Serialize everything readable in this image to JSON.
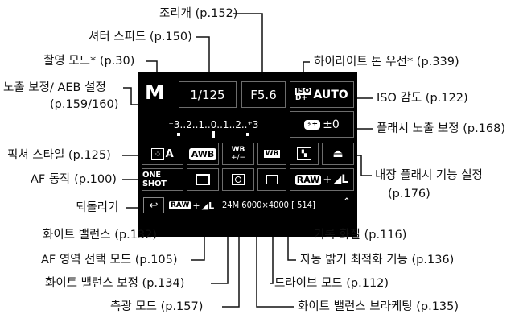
{
  "labels": {
    "aperture": "조리개 (p.152)",
    "shutter": "셔터 스피드 (p.150)",
    "mode": "촬영 모드* (p.30)",
    "highlight": "하이라이트 톤 우선* (p.339)",
    "exposure_line1": "노출 보정/ AEB 설정",
    "exposure_line2": "(p.159/160)",
    "iso": "ISO 감도 (p.122)",
    "flash_comp": "플래시 노출 보정 (p.168)",
    "picture_style": "픽쳐 스타일 (p.125)",
    "builtin_flash_line1": "내장 플래시 기능 설정",
    "builtin_flash_line2": "(p.176)",
    "af_operation": "AF 동작 (p.100)",
    "return": "되돌리기",
    "record_quality": "기록 화질 (p.116)",
    "white_balance": "화이트 밸런스 (p.132)",
    "auto_lighting": "자동 밝기 최적화 기능 (p.136)",
    "af_area": "AF 영역 선택 모드 (p.105)",
    "drive": "드라이브 모드 (p.112)",
    "wb_correction": "화이트 밸런스 보정 (p.134)",
    "metering": "측광 모드 (p.157)",
    "wb_bracketing": "화이트 밸런스 브라케팅 (p.135)"
  },
  "screen": {
    "mode": "M",
    "shutter": "1/125",
    "aperture": "F5.6",
    "iso_top": "ISO",
    "iso_bottom": "D+",
    "iso_value": "AUTO",
    "exposure_scale": "⁻3..2..1..0..1..2..⁺3",
    "flash_comp_value": "±0",
    "picture_style": "A",
    "wb": "AWB",
    "wb_shift_top": "WB",
    "wb_shift_bottom": "+/−",
    "af_mode": "ONE SHOT",
    "quality_raw": "RAW",
    "quality_plus": "+",
    "quality_l": "L",
    "status_raw": "RAW",
    "status_plus": "+",
    "status_l": "L",
    "status_size": "24M 6000×4000 [ 514]"
  }
}
